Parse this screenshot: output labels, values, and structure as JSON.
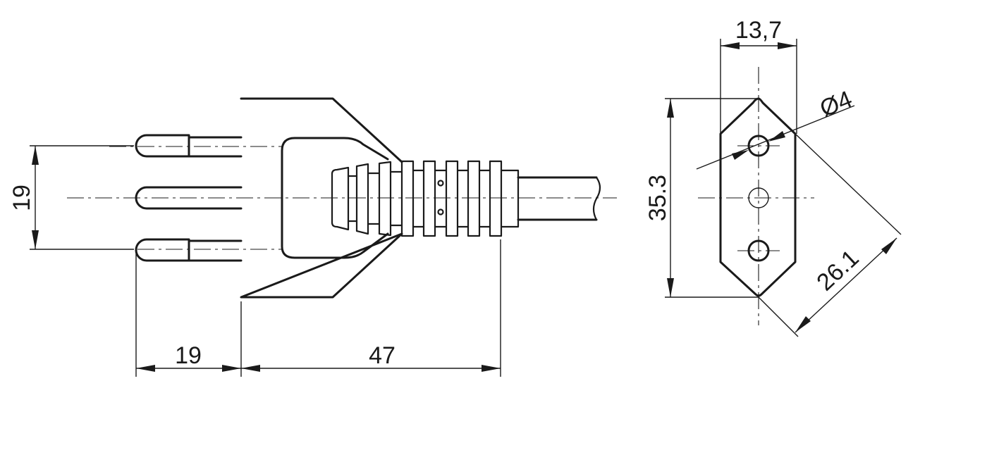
{
  "dimensions": {
    "pin_spacing": "19",
    "pin_length": "19",
    "body_length": "47",
    "face_width": "13,7",
    "face_height": "35.3",
    "hole_diameter": "Ø4",
    "face_diagonal": "26.1"
  }
}
